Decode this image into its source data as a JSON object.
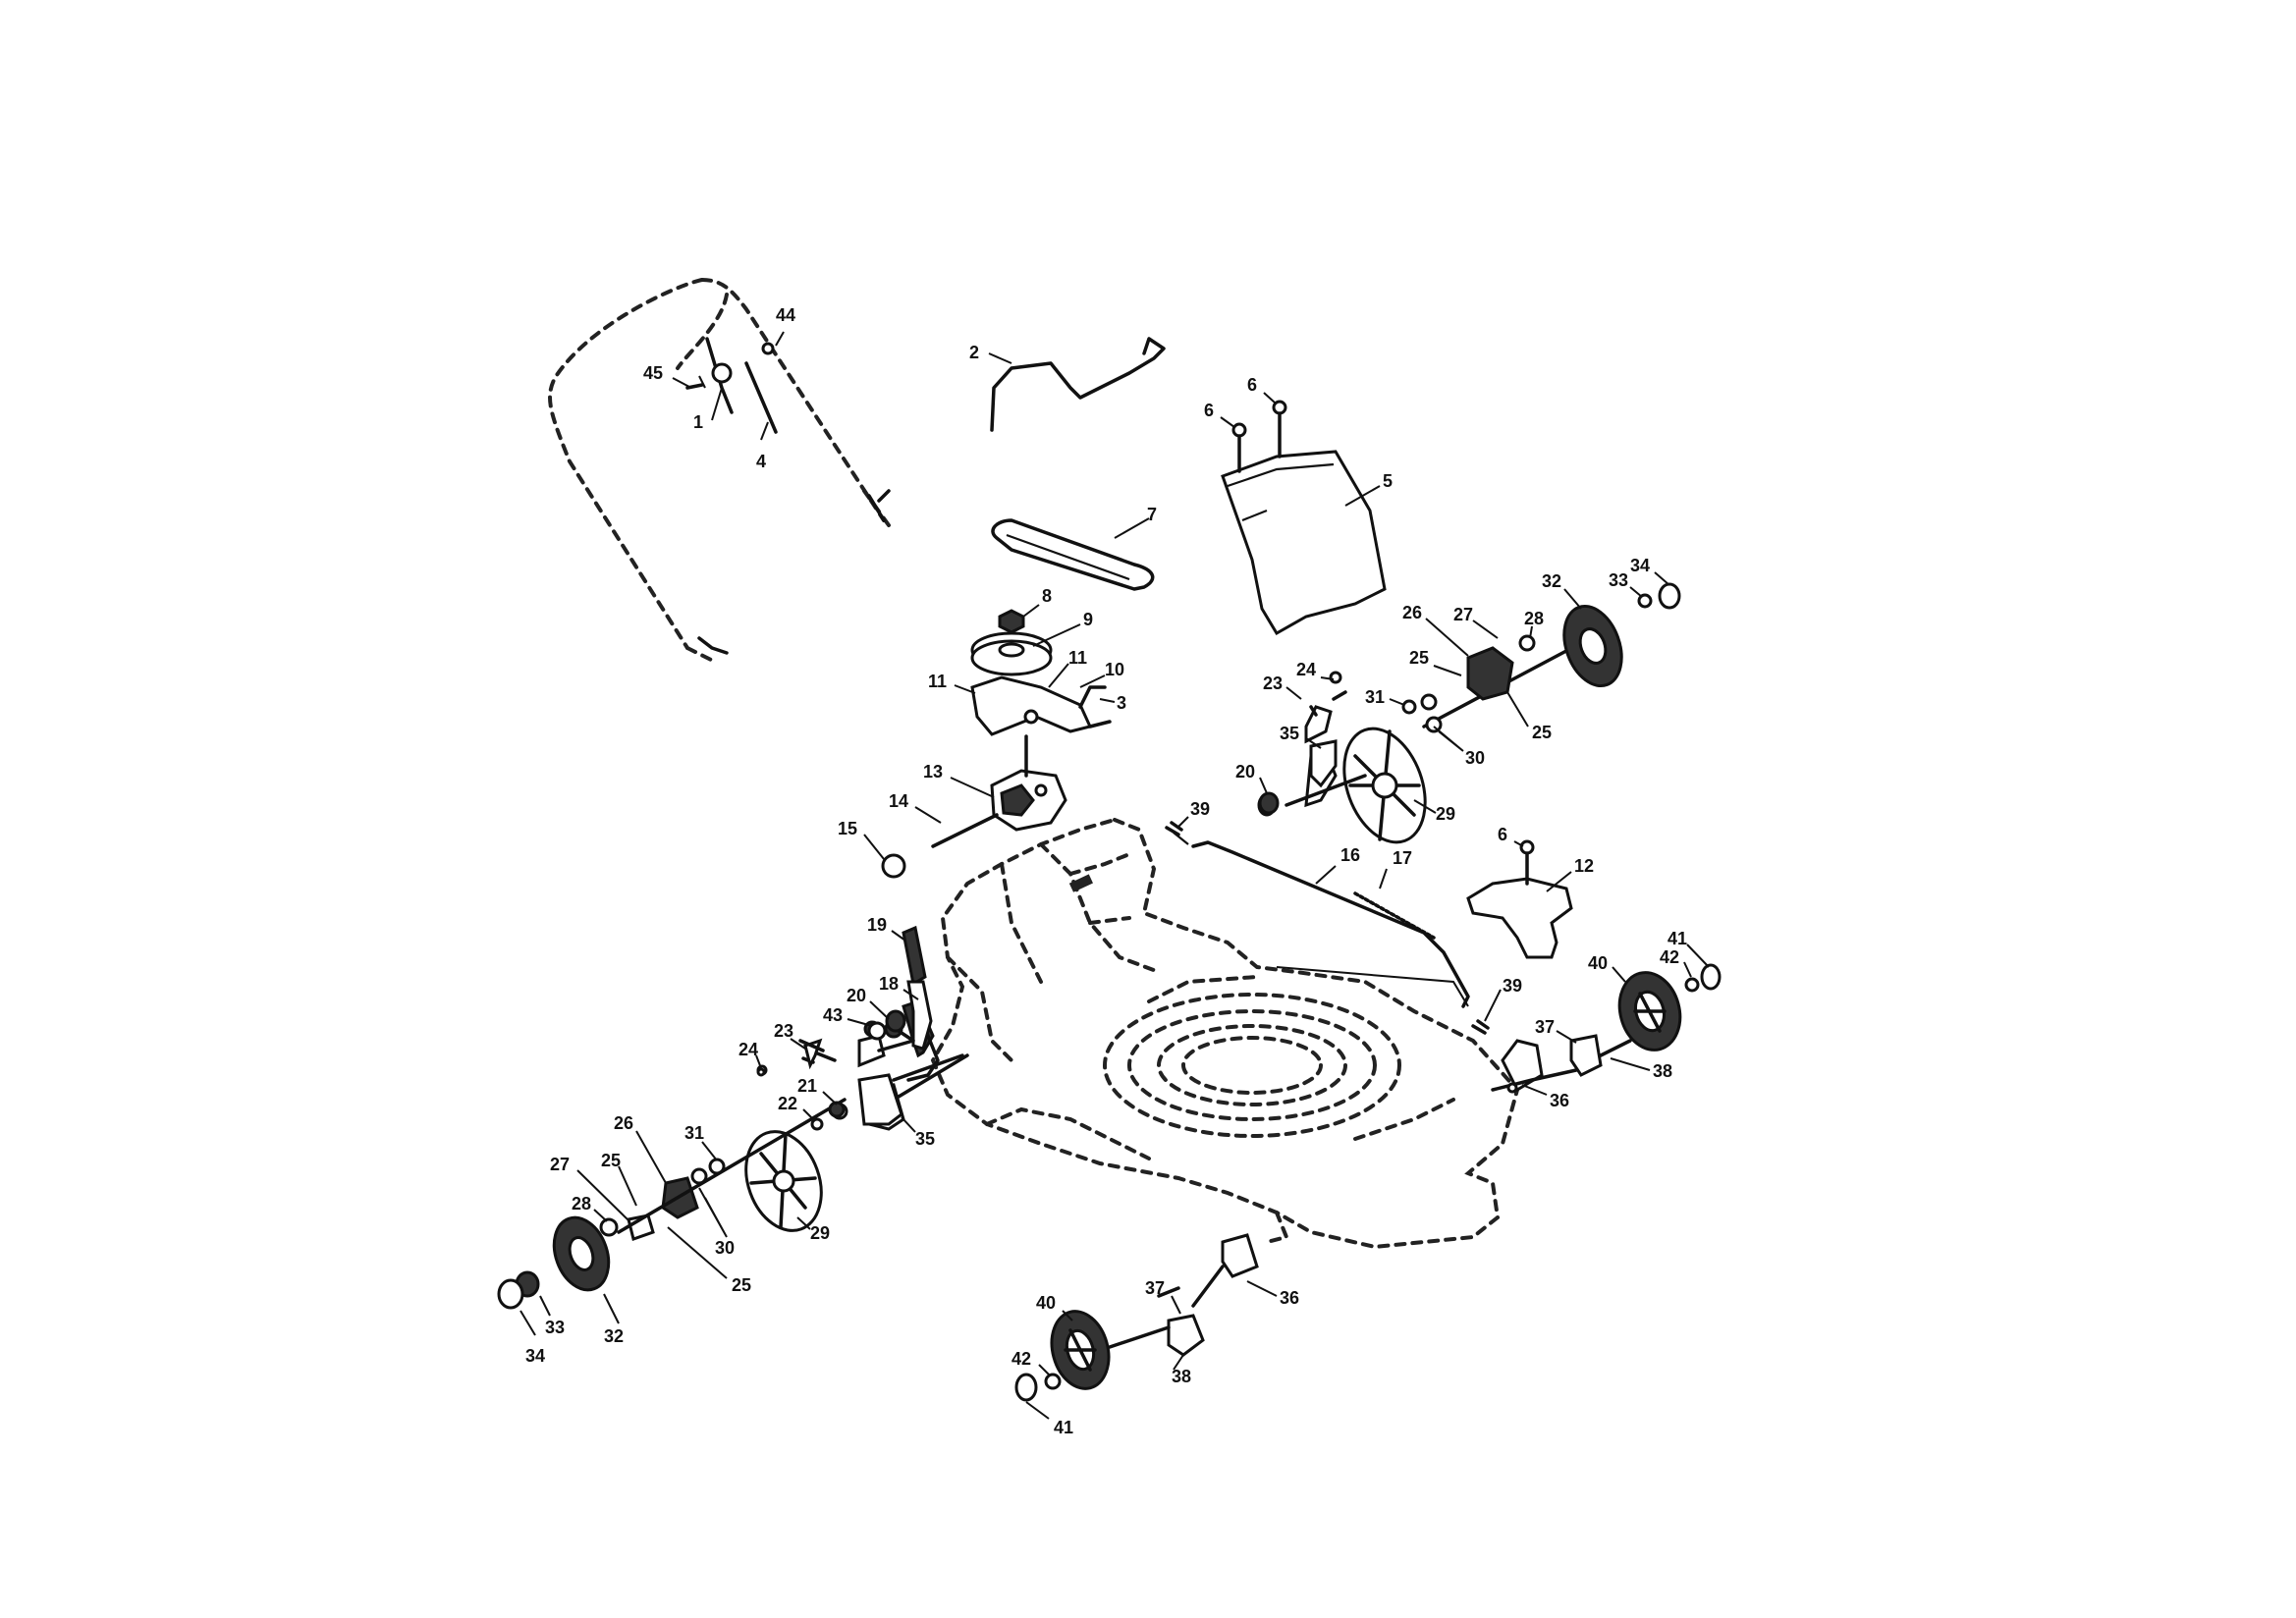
{
  "callouts": [
    {
      "id": "c1",
      "label": "1"
    },
    {
      "id": "c2",
      "label": "2"
    },
    {
      "id": "c3",
      "label": "3"
    },
    {
      "id": "c4",
      "label": "4"
    },
    {
      "id": "c5",
      "label": "5"
    },
    {
      "id": "c6a",
      "label": "6"
    },
    {
      "id": "c6b",
      "label": "6"
    },
    {
      "id": "c6c",
      "label": "6"
    },
    {
      "id": "c7",
      "label": "7"
    },
    {
      "id": "c8",
      "label": "8"
    },
    {
      "id": "c9",
      "label": "9"
    },
    {
      "id": "c10",
      "label": "10"
    },
    {
      "id": "c11a",
      "label": "11"
    },
    {
      "id": "c11b",
      "label": "11"
    },
    {
      "id": "c12",
      "label": "12"
    },
    {
      "id": "c13",
      "label": "13"
    },
    {
      "id": "c14",
      "label": "14"
    },
    {
      "id": "c15",
      "label": "15"
    },
    {
      "id": "c16",
      "label": "16"
    },
    {
      "id": "c17",
      "label": "17"
    },
    {
      "id": "c18",
      "label": "18"
    },
    {
      "id": "c19",
      "label": "19"
    },
    {
      "id": "c20a",
      "label": "20"
    },
    {
      "id": "c20b",
      "label": "20"
    },
    {
      "id": "c21",
      "label": "21"
    },
    {
      "id": "c22",
      "label": "22"
    },
    {
      "id": "c23a",
      "label": "23"
    },
    {
      "id": "c23b",
      "label": "23"
    },
    {
      "id": "c24a",
      "label": "24"
    },
    {
      "id": "c24b",
      "label": "24"
    },
    {
      "id": "c25a",
      "label": "25"
    },
    {
      "id": "c25b",
      "label": "25"
    },
    {
      "id": "c25c",
      "label": "25"
    },
    {
      "id": "c25d",
      "label": "25"
    },
    {
      "id": "c26a",
      "label": "26"
    },
    {
      "id": "c26b",
      "label": "26"
    },
    {
      "id": "c27a",
      "label": "27"
    },
    {
      "id": "c27b",
      "label": "27"
    },
    {
      "id": "c28a",
      "label": "28"
    },
    {
      "id": "c28b",
      "label": "28"
    },
    {
      "id": "c29a",
      "label": "29"
    },
    {
      "id": "c29b",
      "label": "29"
    },
    {
      "id": "c30a",
      "label": "30"
    },
    {
      "id": "c30b",
      "label": "30"
    },
    {
      "id": "c31a",
      "label": "31"
    },
    {
      "id": "c31b",
      "label": "31"
    },
    {
      "id": "c32a",
      "label": "32"
    },
    {
      "id": "c32b",
      "label": "32"
    },
    {
      "id": "c33a",
      "label": "33"
    },
    {
      "id": "c33b",
      "label": "33"
    },
    {
      "id": "c34a",
      "label": "34"
    },
    {
      "id": "c34b",
      "label": "34"
    },
    {
      "id": "c35a",
      "label": "35"
    },
    {
      "id": "c35b",
      "label": "35"
    },
    {
      "id": "c36a",
      "label": "36"
    },
    {
      "id": "c36b",
      "label": "36"
    },
    {
      "id": "c37a",
      "label": "37"
    },
    {
      "id": "c37b",
      "label": "37"
    },
    {
      "id": "c38a",
      "label": "38"
    },
    {
      "id": "c38b",
      "label": "38"
    },
    {
      "id": "c39a",
      "label": "39"
    },
    {
      "id": "c39b",
      "label": "39"
    },
    {
      "id": "c40a",
      "label": "40"
    },
    {
      "id": "c40b",
      "label": "40"
    },
    {
      "id": "c41a",
      "label": "41"
    },
    {
      "id": "c41b",
      "label": "41"
    },
    {
      "id": "c42a",
      "label": "42"
    },
    {
      "id": "c42b",
      "label": "42"
    },
    {
      "id": "c43",
      "label": "43"
    },
    {
      "id": "c44",
      "label": "44"
    },
    {
      "id": "c45",
      "label": "45"
    }
  ]
}
